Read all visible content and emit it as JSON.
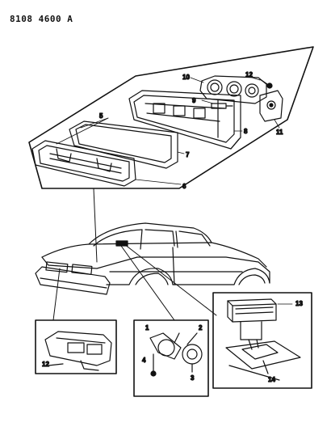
{
  "header": {
    "code": "8108 4600 A"
  },
  "callouts": {
    "c1": "1",
    "c2": "2",
    "c3": "3",
    "c4": "4",
    "c5": "5",
    "c6": "6",
    "c7": "7",
    "c8": "8",
    "c9": "9",
    "c10": "10",
    "c11": "11",
    "c12": "12",
    "c12a": "12",
    "c13": "13",
    "c14": "14"
  },
  "colors": {
    "ink": "#111111",
    "paper": "#ffffff",
    "shade": "#555555"
  }
}
